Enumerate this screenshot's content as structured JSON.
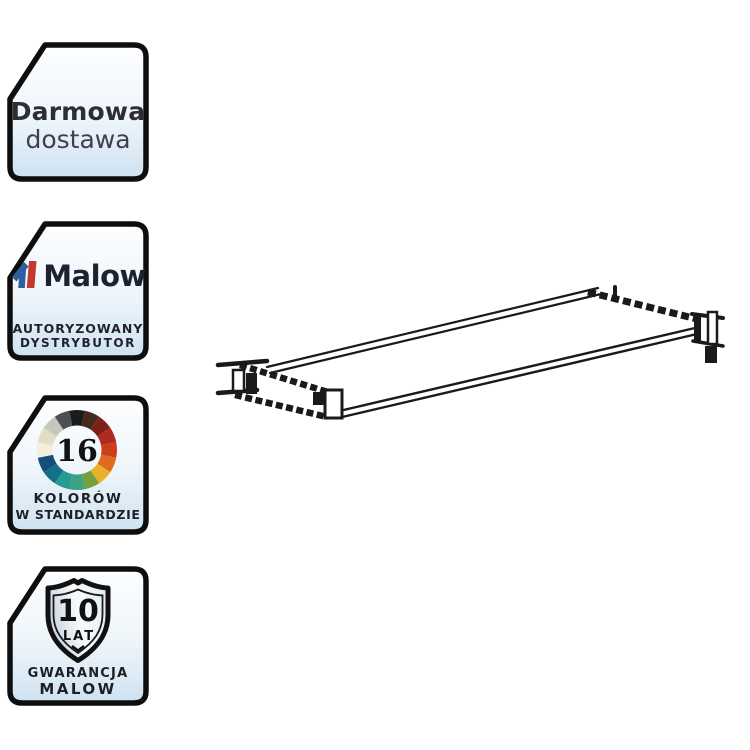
{
  "style": {
    "page_bg": "#ffffff",
    "badge_border": "#0e0e0e",
    "badge_bg_top": "#fdfeff",
    "badge_bg_mid": "#eef5fa",
    "badge_bg_bottom": "#cee2f1",
    "drawing_color": "#1a1a1a",
    "shield_silver_left": "#c3d0dc",
    "shield_silver_mid": "#f7fafc",
    "shield_silver_right": "#e4eef5"
  },
  "icons": {
    "malow_logo": "blue-red-flag-mark",
    "color_wheel": "16-segment-color-ring",
    "warranty_shield": "shield-outline",
    "product": "shelf-frame-isometric-wireframe"
  },
  "badges": {
    "free_delivery": {
      "line1": "Darmowa",
      "line2": "dostawa"
    },
    "distributor": {
      "brand": "Malow",
      "line1": "AUTORYZOWANY",
      "line2": "DYSTRYBUTOR",
      "logo_blue": "#2f5f9e",
      "logo_red": "#c2382d"
    },
    "colors": {
      "count": "16",
      "line1": "KOLORÓW",
      "line2": "W STANDARDZIE",
      "wheel_colors": [
        "#1a1b1d",
        "#44291c",
        "#7c2018",
        "#b02a1f",
        "#cc3d1c",
        "#e06a1e",
        "#eab02b",
        "#74a03e",
        "#3fa083",
        "#279a93",
        "#156f86",
        "#174e78",
        "#f3eedd",
        "#e3dcc6",
        "#c9c6bc",
        "#4e4f53"
      ]
    },
    "warranty": {
      "years": "10",
      "unit": "LAT",
      "line1": "GWARANCJA",
      "line2": "MALOW"
    }
  }
}
